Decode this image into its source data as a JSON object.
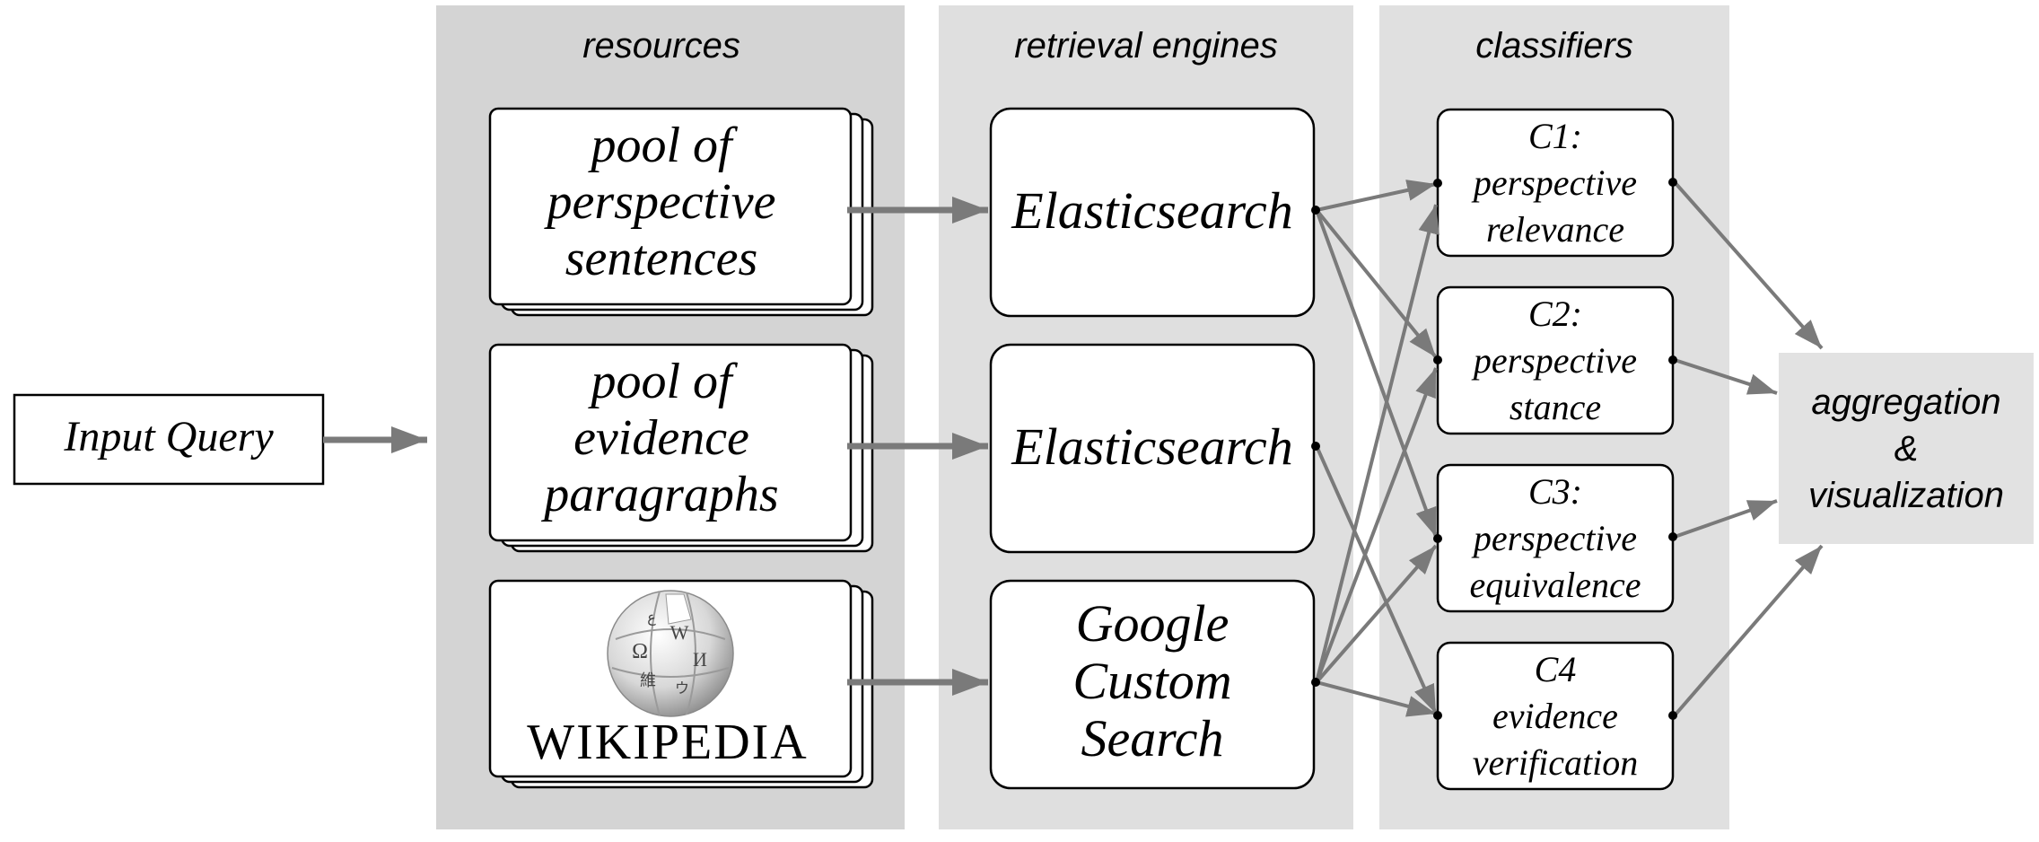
{
  "columns": {
    "resources": "resources",
    "retrieval_engines": "retrieval engines",
    "classifiers": "classifiers"
  },
  "input_query": "Input Query",
  "resources": {
    "perspective_pool": [
      "pool of",
      "perspective",
      "sentences"
    ],
    "evidence_pool": [
      "pool of",
      "evidence",
      "paragraphs"
    ],
    "wikipedia": {
      "wordmark": "WIKIPEDIA",
      "globe_glyphs": [
        "Ω",
        "W",
        "И",
        "維",
        "ウ",
        "ع"
      ]
    }
  },
  "engines": {
    "elastic_1": [
      "Elasticsearch"
    ],
    "elastic_2": [
      "Elasticsearch"
    ],
    "google": [
      "Google",
      "Custom",
      "Search"
    ]
  },
  "classifiers": {
    "c1": [
      "C1:",
      "perspective",
      "relevance"
    ],
    "c2": [
      "C2:",
      "perspective",
      "stance"
    ],
    "c3": [
      "C3:",
      "perspective",
      "equivalence"
    ],
    "c4": [
      "C4",
      "evidence",
      "verification"
    ]
  },
  "aggregation": [
    "aggregation",
    "&",
    "visualization"
  ],
  "colors": {
    "resources_panel": "#d4d4d4",
    "engines_panel": "#dfdfdf",
    "classifiers_panel": "#e0e0e0",
    "aggregation_box": "#e2e2e2",
    "arrow": "#7a7a7a",
    "stroke": "#000000"
  }
}
